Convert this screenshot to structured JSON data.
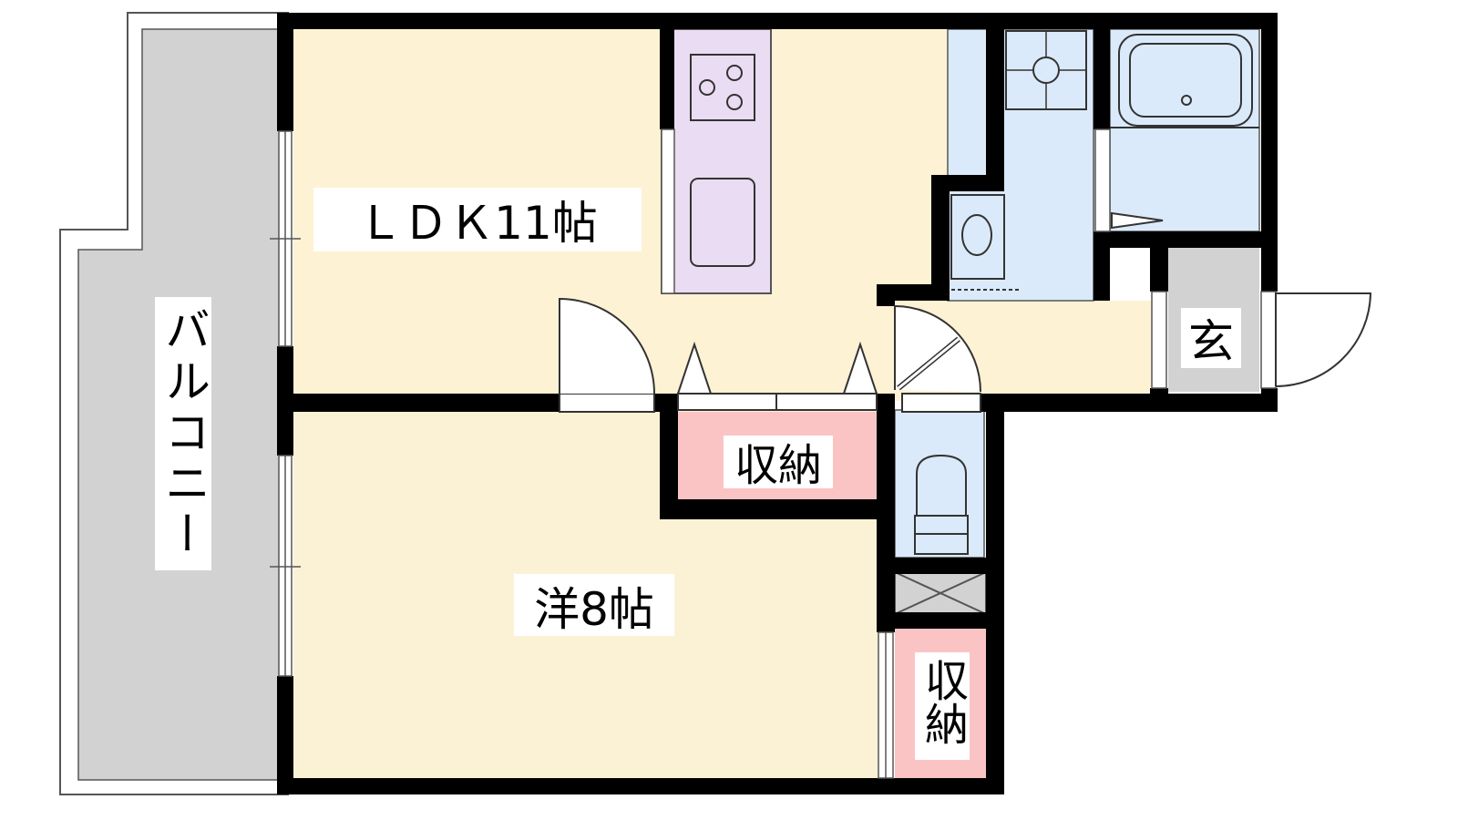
{
  "rooms": {
    "ldk": "ＬＤＫ11帖",
    "western": "洋8帖",
    "storage_main": "収納",
    "storage_small": "収納",
    "entrance": "玄",
    "balcony": "バルコニー"
  },
  "colors": {
    "room_floor": "#fdf2d4",
    "western_floor": "#fbf2d6",
    "kitchen": "#eadcf2",
    "wet_area": "#dbeafa",
    "storage": "#fbc4c4",
    "balcony": "#d2d2d2",
    "entrance": "#d2d2d2",
    "wall": "#000000"
  }
}
